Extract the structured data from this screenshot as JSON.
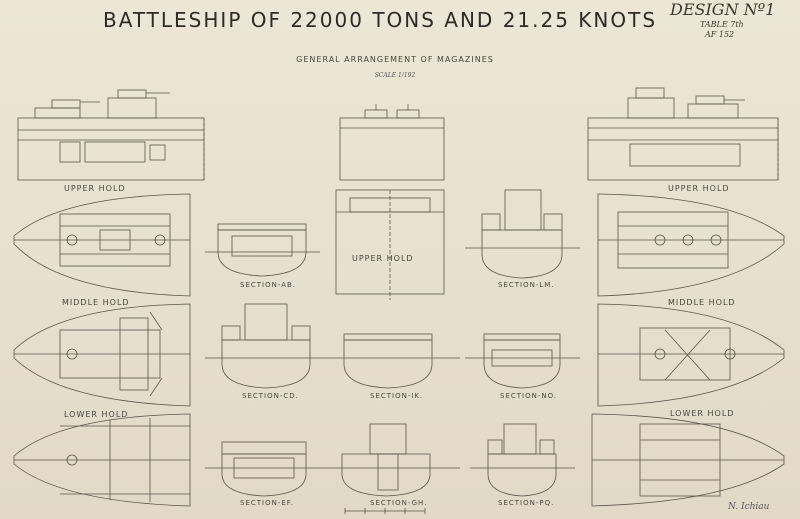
{
  "title": "BATTLESHIP OF 22000 TONS AND 21.25 KNOTS",
  "subtitle": "GENERAL ARRANGEMENT OF MAGAZINES",
  "scale": "SCALE 1/192",
  "design": "DESIGN Nº1",
  "table_ref": "TABLE 7th",
  "af_number": "AF 152",
  "signature": "N. Ichiau",
  "plans": {
    "fwd_upper": "UPPER HOLD",
    "fwd_middle": "MIDDLE HOLD",
    "fwd_lower": "LOWER HOLD",
    "aft_upper": "UPPER HOLD",
    "aft_middle": "MIDDLE HOLD",
    "aft_lower": "LOWER HOLD",
    "center_upper": "UPPER HOLD"
  },
  "sections": {
    "ab": "SECTION-AB.",
    "lm": "SECTION-LM.",
    "cd": "SECTION-CD.",
    "ik": "SECTION-IK.",
    "no": "SECTION-NO.",
    "ef": "SECTION-EF.",
    "gh": "SECTION-GH.",
    "pq": "SECTION-PQ."
  },
  "colors": {
    "paper": "#e9e1d0",
    "ink": "#3b372f",
    "line": "#5a554b"
  }
}
